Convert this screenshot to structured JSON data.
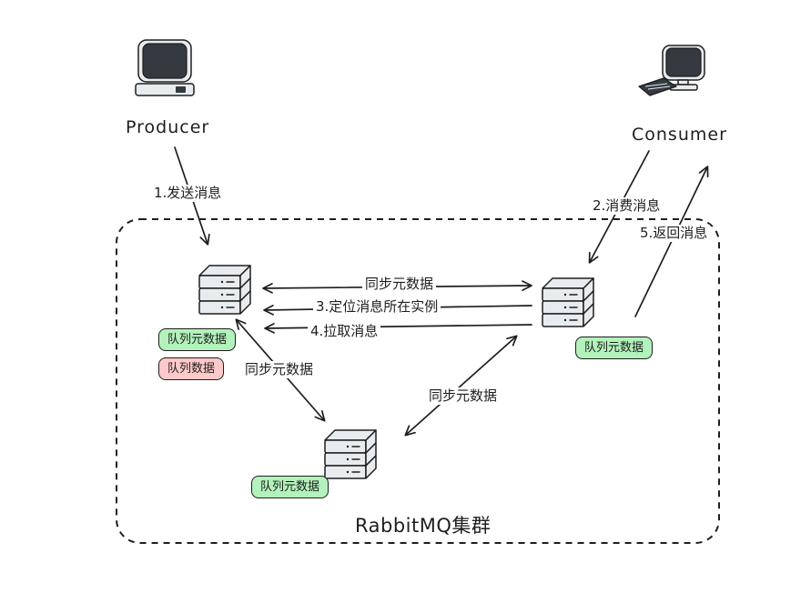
{
  "nodes": {
    "producer": {
      "label": "Producer"
    },
    "consumer": {
      "label": "Consumer"
    },
    "cluster": {
      "label": "RabbitMQ集群"
    }
  },
  "badges": {
    "left_meta": "队列元数据",
    "left_data": "队列数据",
    "right_meta": "队列元数据",
    "bottom_meta": "队列元数据"
  },
  "edges": {
    "send": "1.发送消息",
    "consume": "2.消费消息",
    "reply": "5.返回消息",
    "sync_top": "同步元数据",
    "locate": "3.定位消息所在实例",
    "pull": "4.拉取消息",
    "sync_left_bottom": "同步元数据",
    "sync_bottom_right": "同步元数据"
  },
  "colors": {
    "stroke": "#1e1e1e",
    "server_fill": "#e9ecef",
    "screen_fill": "#343a40",
    "badge_green": "#b2f2bb",
    "badge_red": "#ffc9c9",
    "background": "#ffffff"
  },
  "icons": {
    "producer": "desktop-monitor-icon",
    "consumer": "desktop-with-keyboard-icon",
    "broker_node": "server-stack-icon"
  }
}
